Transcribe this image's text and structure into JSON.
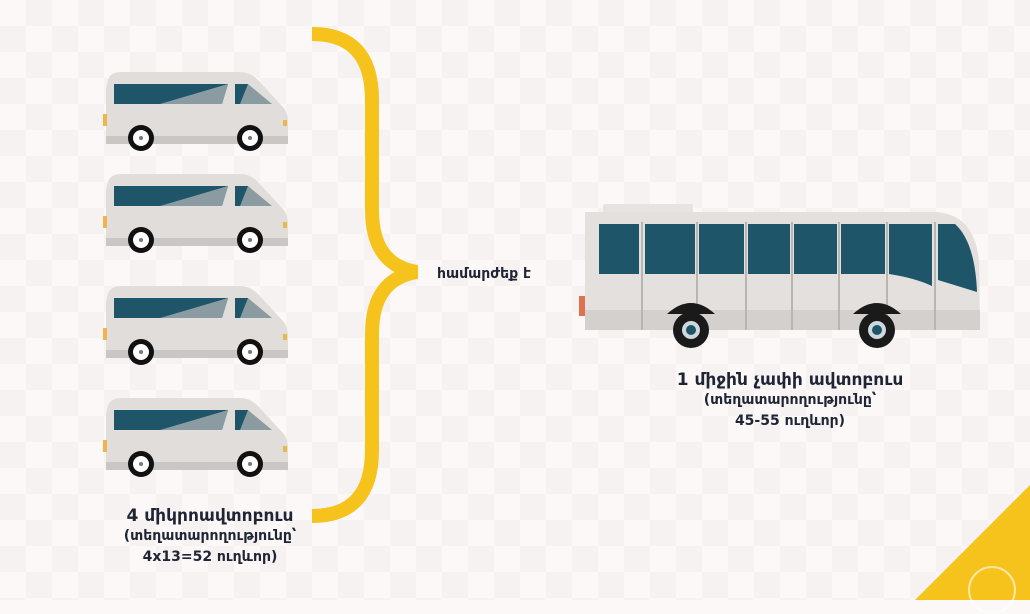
{
  "left_group": {
    "title": "4 միկրոավտոբուս",
    "capacity_line1": "(տեղատարողությունը՝",
    "capacity_line2": "4x13=52 ուղևոր)",
    "vehicle_count": 4
  },
  "connector": {
    "label": "համարժեք է"
  },
  "right_group": {
    "title": "1 միջին չափի ավտոբուս",
    "capacity_line1": "(տեղատարողությունը՝",
    "capacity_line2": "45-55 ուղևոր)"
  },
  "colors": {
    "accent": "#f6c31c",
    "text": "#1f2535",
    "window": "#1e5568",
    "body": "#e0dddb",
    "background": "#fbf8f7"
  }
}
